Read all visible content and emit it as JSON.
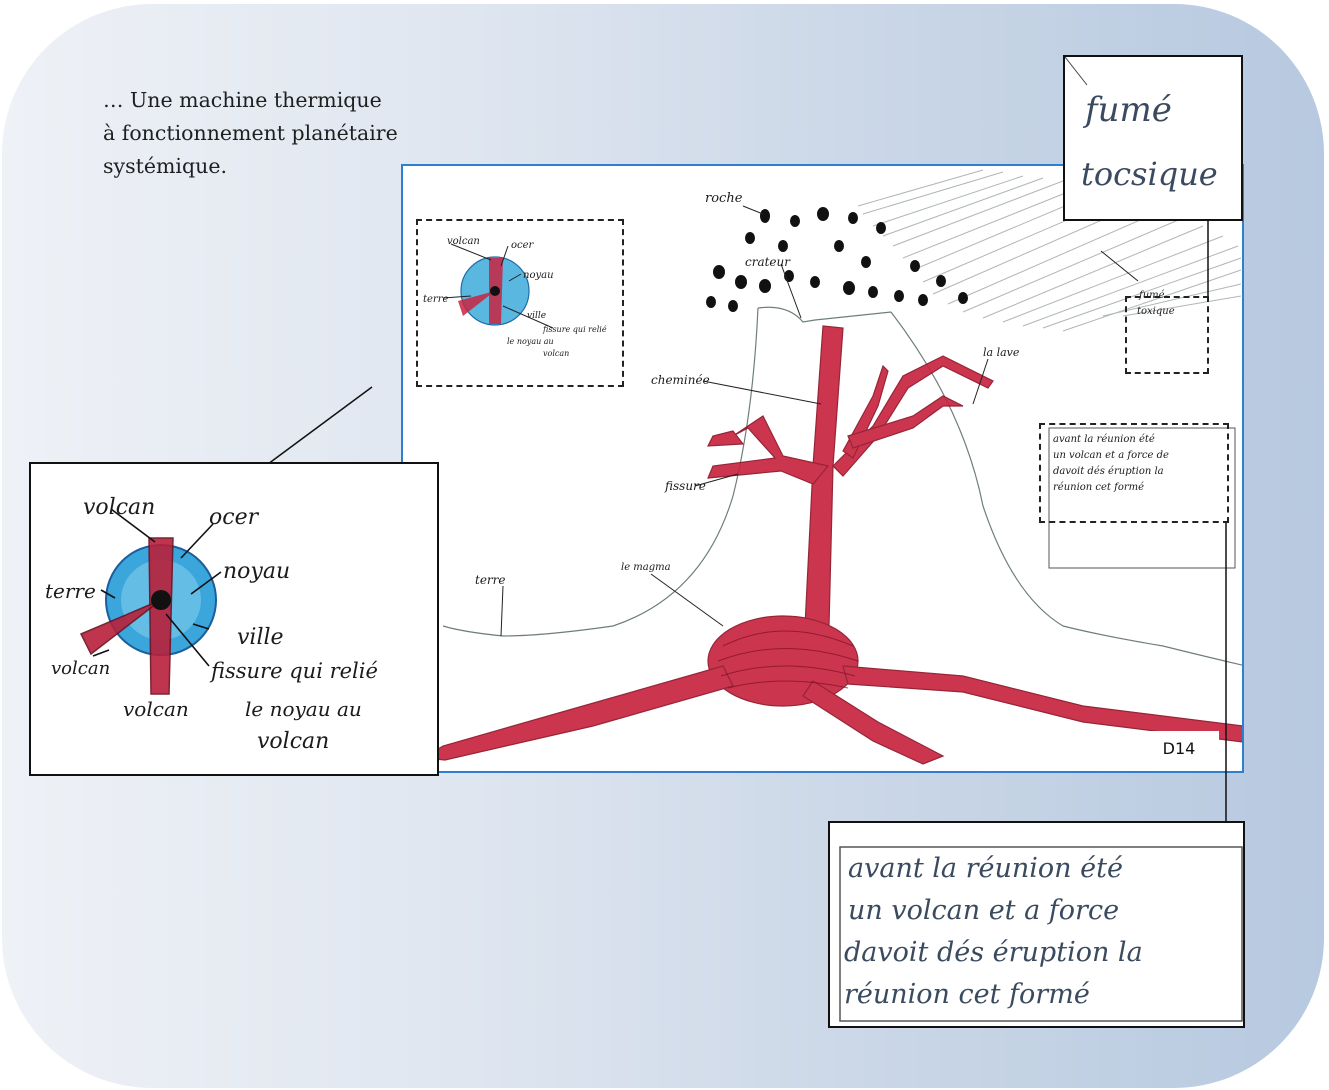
{
  "intro": {
    "line1": "… Une machine thermique",
    "line2": "à fonctionnement planétaire",
    "line3": "systémique."
  },
  "code": "D14",
  "drawing_labels": {
    "roche": "roche",
    "crateur": "crateur",
    "cheminee": "cheminée",
    "lave": "la lave",
    "fissure": "fissure",
    "terre": "terre",
    "magma": "le magma",
    "fume_small": "fumé",
    "toxique_small": "toxique"
  },
  "inset_earth": {
    "volcan_top": "volcan",
    "ocean": "ocer",
    "terre": "terre",
    "noyau": "noyau",
    "ville": "ville",
    "volcan_left": "volcan",
    "fissure_line1": "fissure qui relié",
    "fissure_line2": "le noyau au",
    "fissure_line3": "volcan",
    "volcan_bottom": "volcan"
  },
  "inset_smoke": {
    "line1": "fumé",
    "line2": "tocsique"
  },
  "inset_note": {
    "line1": "avant la réunion été",
    "line2": "un volcan et a force",
    "line3": "davoit dés éruption la",
    "line4": "réunion cet formé"
  },
  "mini_note": {
    "line1": "avant la réunion été",
    "line2": "un volcan et a force de",
    "line3": "davoit dés éruption la",
    "line4": "réunion cet formé"
  },
  "colors": {
    "frame_blue": "#2e7fd0",
    "magma_red": "#c8243f",
    "earth_blue": "#2a8fd0",
    "smoke_gray": "#8e9a92",
    "slide_gradient_right": "#b7c9e0"
  }
}
